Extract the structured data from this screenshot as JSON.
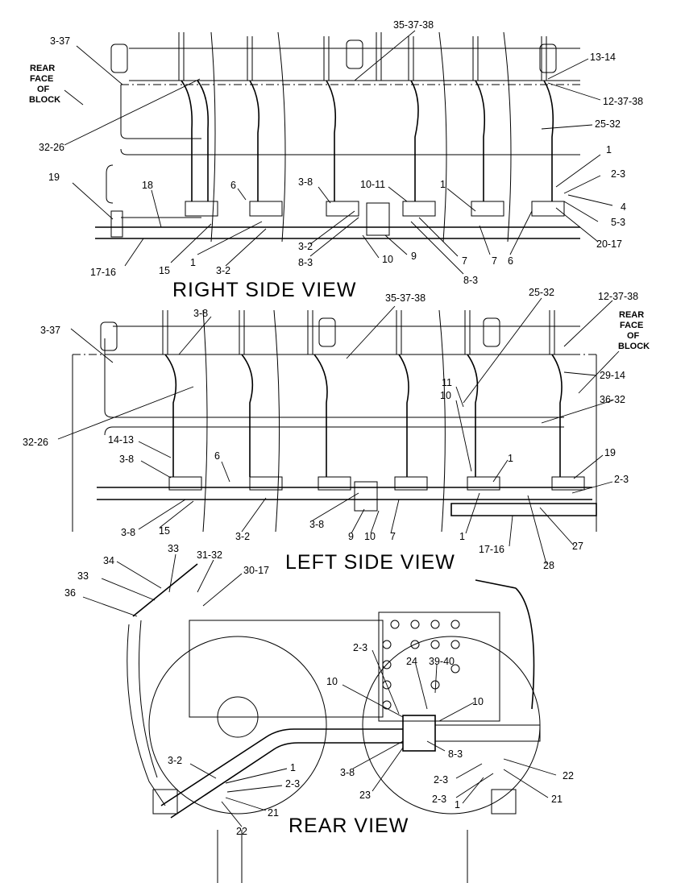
{
  "views": {
    "right": {
      "title": "RIGHT SIDE VIEW",
      "note": [
        "REAR",
        "FACE",
        "OF",
        "BLOCK"
      ],
      "callouts": [
        "3-37",
        "35-37-38",
        "13-14",
        "12-37-38",
        "32-26",
        "25-32",
        "1",
        "2-3",
        "4",
        "5-3",
        "20-17",
        "19",
        "18",
        "6",
        "3-8",
        "10-11",
        "1",
        "17-16",
        "15",
        "1",
        "3-2",
        "3-2",
        "8-3",
        "10",
        "9",
        "7",
        "8-3",
        "7",
        "6"
      ]
    },
    "left": {
      "title": "LEFT SIDE VIEW",
      "note": [
        "REAR",
        "FACE",
        "OF",
        "BLOCK"
      ],
      "callouts": [
        "3-37",
        "3-8",
        "35-37-38",
        "25-32",
        "12-37-38",
        "29-14",
        "11",
        "10",
        "36-32",
        "32-26",
        "14-13",
        "3-8",
        "6",
        "1",
        "19",
        "2-3",
        "3-8",
        "15",
        "3-2",
        "3-8",
        "9",
        "10",
        "7",
        "1",
        "17-16",
        "27",
        "28"
      ]
    },
    "rear": {
      "title": "REAR VIEW",
      "callouts": [
        "34",
        "33",
        "31-32",
        "33",
        "30-17",
        "36",
        "2-3",
        "24",
        "39-40",
        "10",
        "10",
        "8-3",
        "3-8",
        "23",
        "3-2",
        "1",
        "2-3",
        "21",
        "22",
        "2-3",
        "2-3",
        "1",
        "22",
        "21"
      ]
    }
  }
}
